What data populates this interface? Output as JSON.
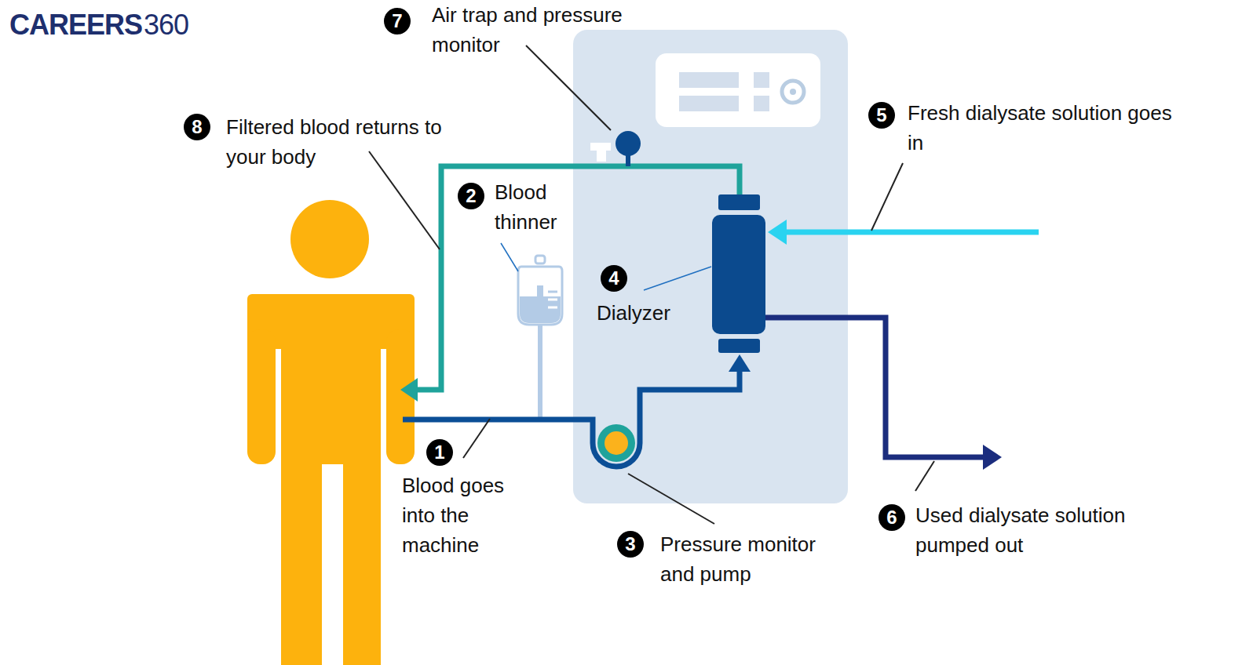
{
  "diagram": {
    "nodes": [
      {
        "text": [
          "1"
        ]
      },
      {
        "text": [
          "2"
        ]
      },
      {
        "text": [
          "3"
        ]
      },
      {
        "text": [
          "4"
        ]
      },
      {
        "text": [
          "5"
        ]
      },
      {
        "text": [
          "6"
        ]
      },
      {
        "text": [
          "7"
        ]
      },
      {
        "text": [
          "8"
        ]
      }
    ],
    "labels": [
      "CAREERS",
      "360",
      "Blood goes into the machine",
      "Blood thinner",
      "Pressure monitor and pump",
      "Dialyzer",
      "Fresh dialysate solution goes in",
      "Used dialysate solution pumped out",
      "Air trap and pressure monitor",
      "Filtered blood returns to your body"
    ]
  }
}
